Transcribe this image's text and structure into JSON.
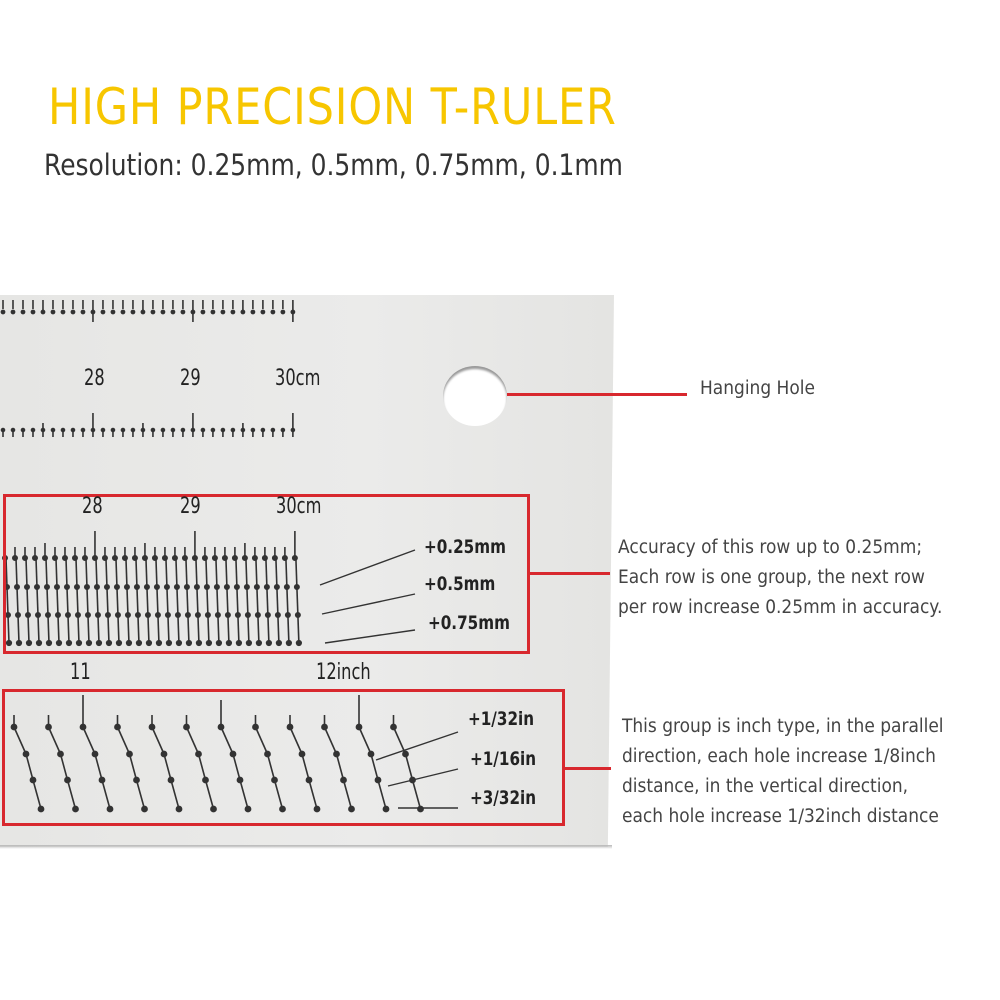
{
  "header": {
    "title": "HIGH PRECISION T-RULER",
    "subtitle": "Resolution: 0.25mm, 0.5mm, 0.75mm, 0.1mm"
  },
  "colors": {
    "title": "#f7c600",
    "annotation": "#d8282e",
    "plate": "#e8e8e6",
    "text": "#333333"
  },
  "ruler": {
    "top_scale": {
      "labels": [
        "28",
        "29",
        "30cm"
      ]
    },
    "cm_group": {
      "labels": [
        "28",
        "29",
        "30cm"
      ],
      "rows": [
        "+0.25mm",
        "+0.5mm",
        "+0.75mm"
      ]
    },
    "inch_group": {
      "labels": [
        "11",
        "12inch"
      ],
      "rows": [
        "+1/32in",
        "+1/16in",
        "+3/32in"
      ]
    }
  },
  "callouts": {
    "hanging_hole": "Hanging Hole",
    "cm_note": [
      "Accuracy of this row up to 0.25mm;",
      " Each row is one group, the next row",
      "per row increase 0.25mm in accuracy."
    ],
    "inch_note": [
      "This group is inch type, in the parallel",
      "direction, each hole increase 1/8inch",
      "distance, in the vertical direction,",
      "each hole increase 1/32inch distance"
    ]
  }
}
